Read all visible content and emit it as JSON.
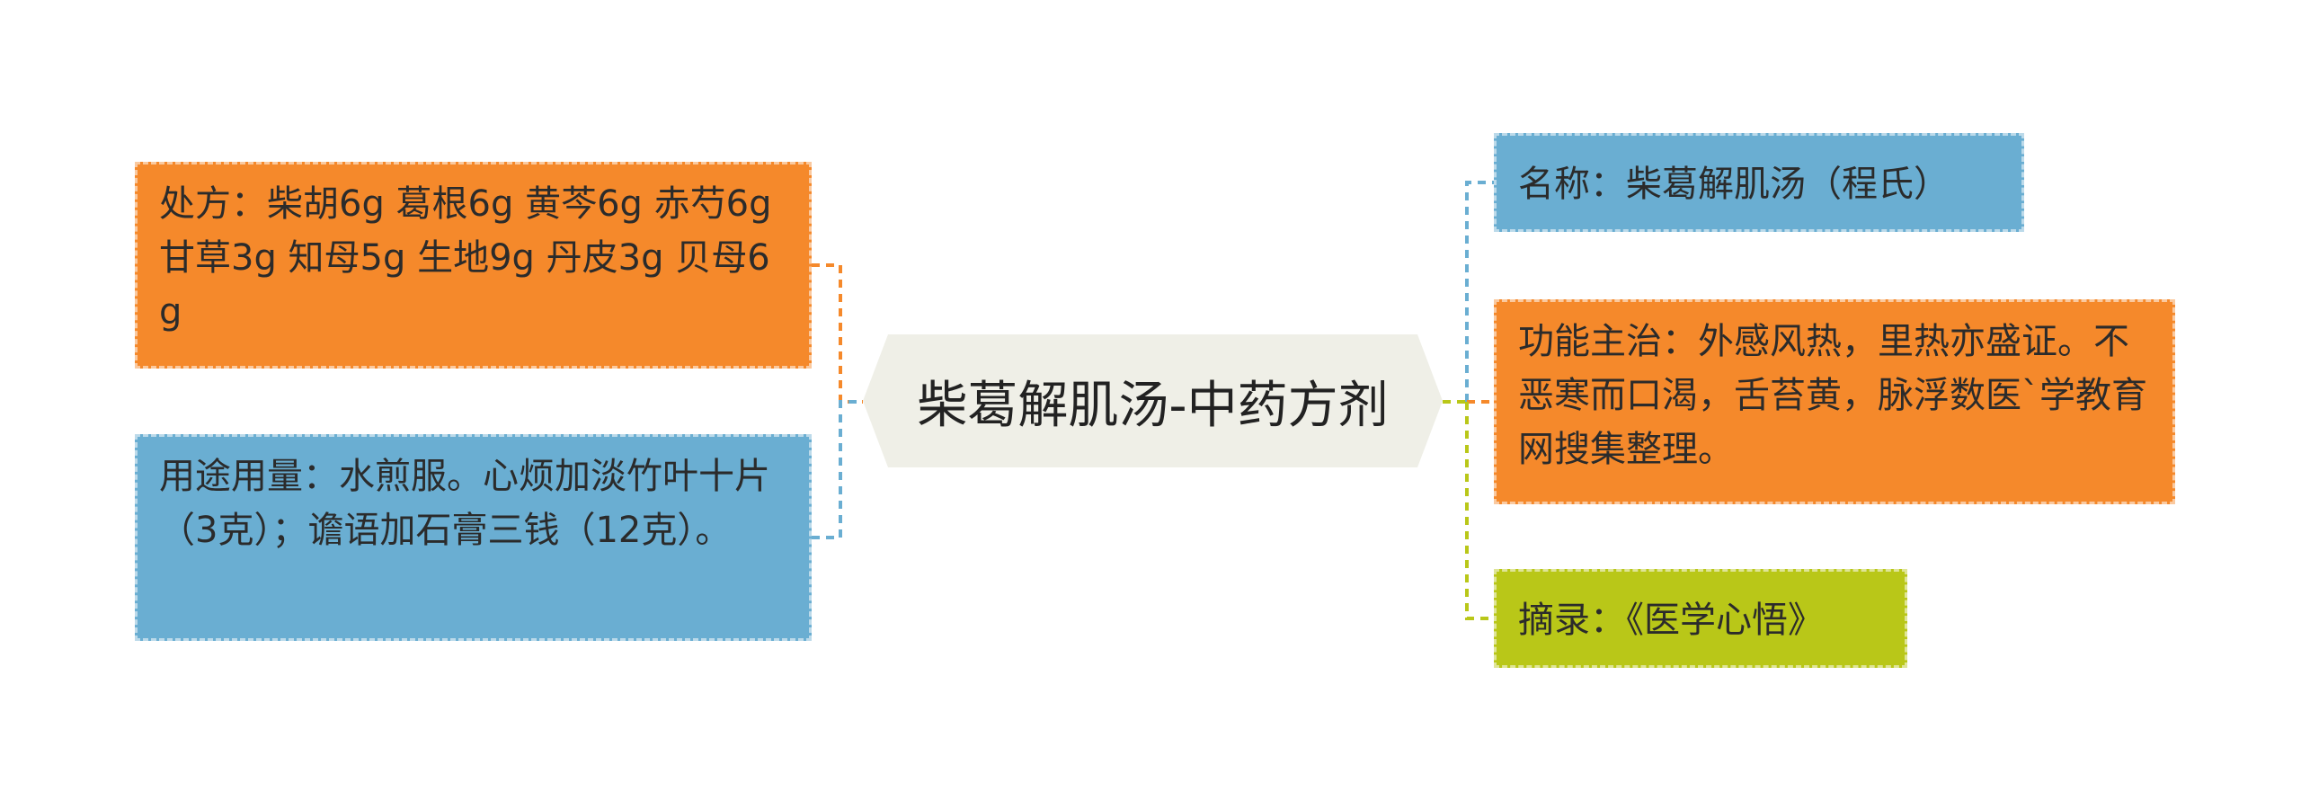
{
  "center": {
    "title": "柴葛解肌汤-中药方剂"
  },
  "nodes": {
    "prescription": "处方：柴胡6g 葛根6g 黄芩6g 赤芍6g 甘草3g 知母5g 生地9g 丹皮3g 贝母6g",
    "usage": "用途用量：水煎服。心烦加淡竹叶十片（3克）；谵语加石膏三钱（12克）。",
    "name": "名称：柴葛解肌汤（程氏）",
    "function": "功能主治：外感风热，里热亦盛证。不恶寒而口渴，舌苔黄，脉浮数医`学教育网搜集整理。",
    "source": "摘录：《医学心悟》"
  },
  "colors": {
    "orange": "#f5892b",
    "blue": "#6aaed2",
    "lime": "#b9c718",
    "center_bg": "#efefe7"
  }
}
